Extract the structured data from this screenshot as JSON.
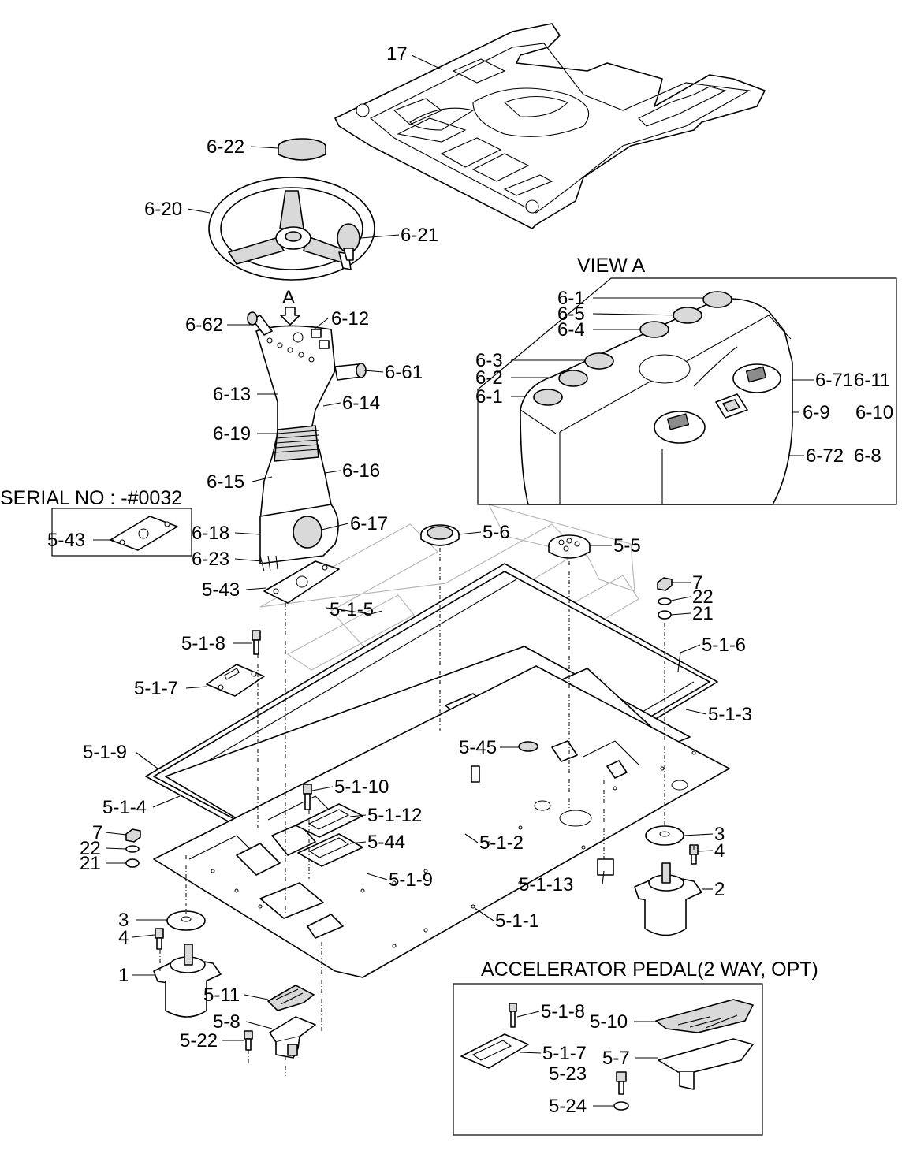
{
  "view_a": {
    "title": "VIEW A"
  },
  "serial_box": {
    "title": "SERIAL NO : -#0032"
  },
  "pedal_box": {
    "title": "ACCELERATOR PEDAL(2 WAY, OPT)"
  },
  "arrow_a": "A",
  "labels": [
    "17",
    "6-22",
    "6-20",
    "6-21",
    "6-62",
    "6-12",
    "6-61",
    "6-13",
    "6-14",
    "6-19",
    "6-15",
    "6-16",
    "6-18",
    "6-17",
    "6-23",
    "6-1",
    "6-5",
    "6-4",
    "6-3",
    "6-2",
    "6-1",
    "6-71",
    "6-11",
    "6-9",
    "6-10",
    "6-72",
    "6-8",
    "5-43",
    "5-6",
    "5-5",
    "5-43",
    "5-1-5",
    "7",
    "22",
    "21",
    "5-1-8",
    "5-1-6",
    "5-1-7",
    "5-1-3",
    "5-1-9",
    "5-45",
    "5-1-10",
    "5-1-4",
    "5-1-12",
    "5-44",
    "5-1-2",
    "7",
    "22",
    "21",
    "3",
    "4",
    "5-1-9",
    "5-1-13",
    "2",
    "5-1-1",
    "3",
    "4",
    "1",
    "5-11",
    "5-8",
    "5-22",
    "5-1-8",
    "5-10",
    "5-1-7",
    "5-7",
    "5-23",
    "5-24"
  ]
}
